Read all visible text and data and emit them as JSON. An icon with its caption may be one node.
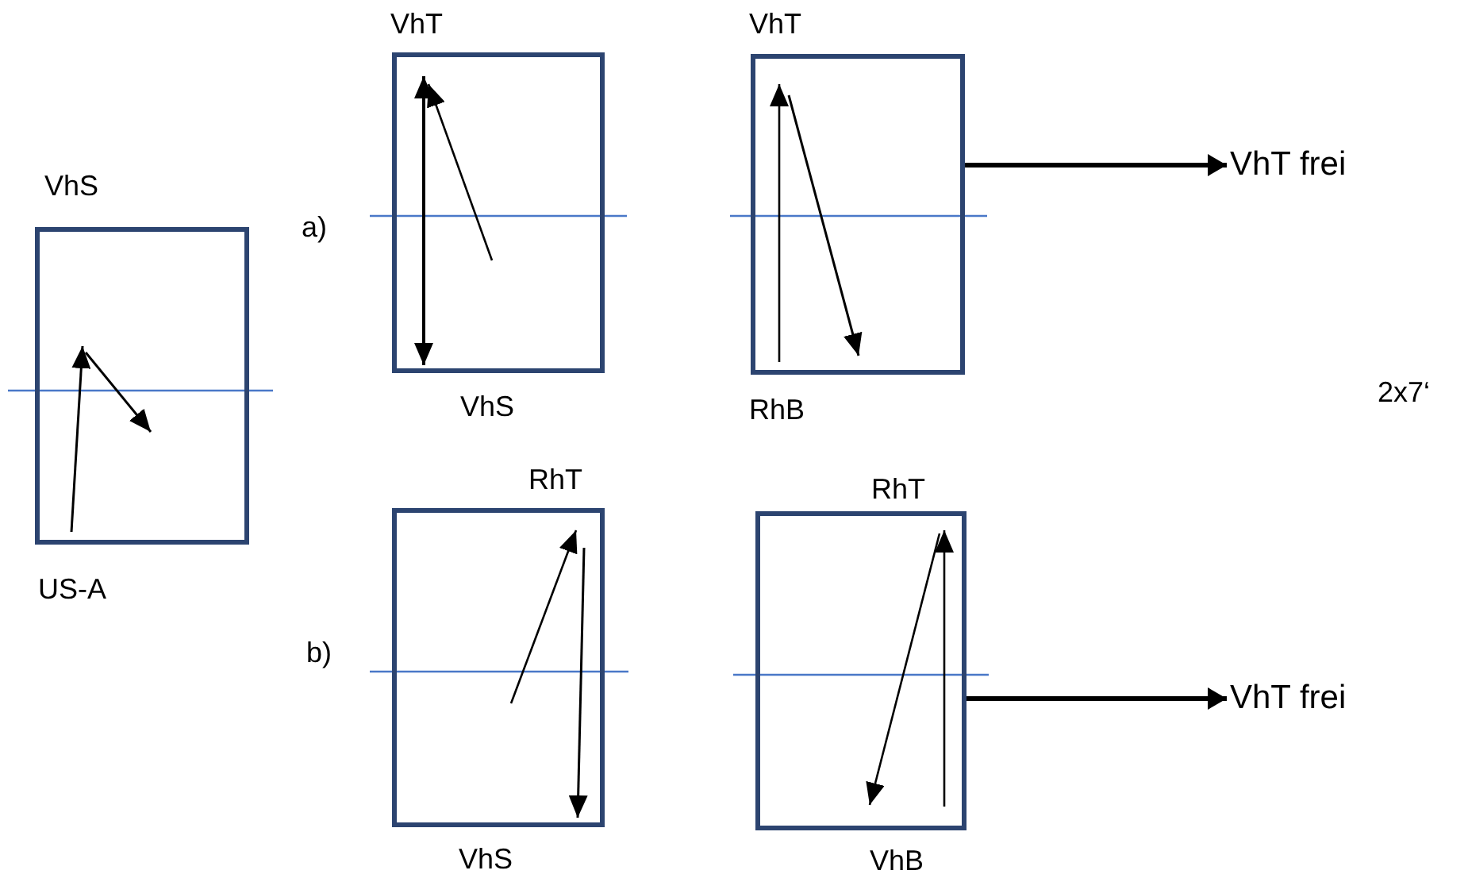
{
  "diagram": {
    "nodes": [
      {
        "text": [
          "VhS",
          "US-A"
        ]
      },
      {
        "text": [
          "VhT",
          "VhS"
        ]
      },
      {
        "text": [
          "VhT",
          "RhB"
        ]
      },
      {
        "text": [
          "VhT frei"
        ]
      },
      {
        "text": [
          "RhT",
          "VhS"
        ]
      },
      {
        "text": [
          "RhT",
          "VhB"
        ]
      },
      {
        "text": [
          "VhT frei"
        ]
      }
    ],
    "edges": [
      {
        "from": 2,
        "to": 3,
        "arrow": "to"
      },
      {
        "from": 5,
        "to": 6,
        "arrow": "to"
      }
    ],
    "labels": [
      "a)",
      "2x7‘",
      "b)"
    ]
  }
}
